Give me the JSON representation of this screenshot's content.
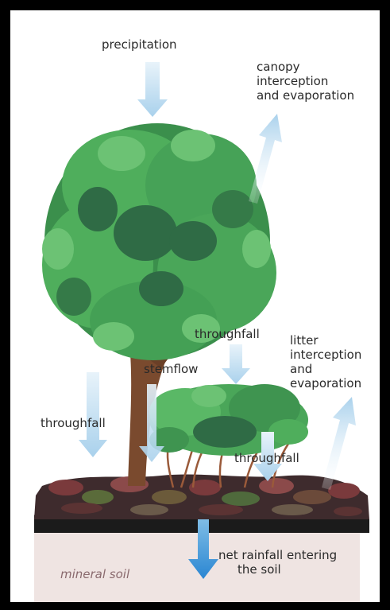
{
  "labels": {
    "precipitation": "precipitation",
    "canopy_interception": [
      "canopy",
      "interception",
      "and evaporation"
    ],
    "throughfall_center": "throughfall",
    "stemflow": "stemflow",
    "litter_interception": [
      "litter",
      "interception",
      "and",
      "evaporation"
    ],
    "throughfall_left": "throughfall",
    "throughfall_right": "throughfall",
    "net_rainfall": [
      "net rainfall entering",
      "the soil"
    ],
    "mineral_soil": "mineral soil"
  },
  "colors": {
    "frame": "#000000",
    "background": "#ffffff",
    "arrow_light": "#b8d9ee",
    "arrow_dark": "#2f8fd6",
    "canopy_light": "#4fae5c",
    "canopy_mid": "#3b8f4c",
    "canopy_dark": "#2f6b45",
    "trunk": "#7a4a2e",
    "litter_dark": "#3a2a2a",
    "litter_red": "#7a3a3c",
    "soil_strip": "#1b1b1b",
    "mineral_soil": "#efe4e2"
  }
}
